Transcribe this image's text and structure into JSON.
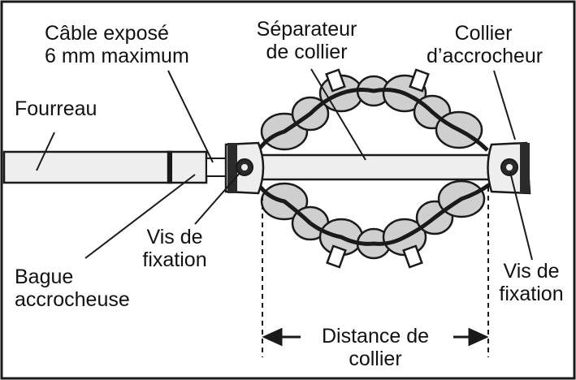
{
  "colors": {
    "line": "#1a1a1a",
    "fill_light": "#eeeeee",
    "fill_mid": "#cfcfcf",
    "fill_dark": "#2b2b2b",
    "background": "#ffffff"
  },
  "labels": {
    "cable_expose_line1": "Câble exposé",
    "cable_expose_line2": "6 mm maximum",
    "separateur_line1": "Séparateur",
    "separateur_line2": "de collier",
    "collier_line1": "Collier",
    "collier_line2": "d’accrocheur",
    "fourreau": "Fourreau",
    "vis_left_line1": "Vis de",
    "vis_left_line2": "fixation",
    "bague_line1": "Bague",
    "bague_line2": "accrocheuse",
    "vis_right_line1": "Vis de",
    "vis_right_line2": "fixation",
    "distance_line1": "Distance de",
    "distance_line2": "collier"
  }
}
